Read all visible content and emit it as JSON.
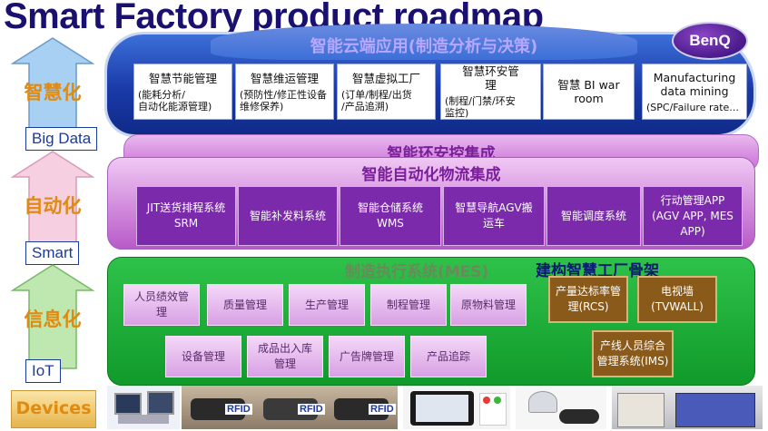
{
  "title": "Smart Factory product roadmap",
  "logo": "BenQ",
  "layers": {
    "smart": "智慧化",
    "auto": "自动化",
    "info": "信息化",
    "devices": "Devices"
  },
  "tags": {
    "bigdata": "Big Data",
    "smart": "Smart",
    "iot": "IoT"
  },
  "cloud": {
    "title": "智能云端应用(制造分析与决策)",
    "boxes": [
      {
        "l1": "智慧节能管理",
        "l2": "(能耗分析/\n自动化能源管理)"
      },
      {
        "l1": "智慧维运管理",
        "l2": "(预防性/修正性设备\n维修保养)"
      },
      {
        "l1": "智慧虚拟工厂",
        "l2": "(订单/制程/出货\n/产品追溯)"
      },
      {
        "l1": "智慧环安管\n理",
        "l2": "(制程/门禁/环安\n监控)"
      },
      {
        "l1": "智慧 BI war\nroom",
        "l2": ""
      },
      {
        "l1": "Manufacturing\ndata mining",
        "l2": "(SPC/Failure rate..."
      }
    ]
  },
  "env_band": {
    "title": "智能环安控集成"
  },
  "auto_band": {
    "title": "智能自动化物流集成",
    "boxes": [
      "JIT送货排程系统\nSRM",
      "智能补发料系统",
      "智能仓储系统\nWMS",
      "智慧导航AGV搬\n运车",
      "智能调度系统",
      "行动管理APP\n(AGV APP, MES\nAPP)"
    ]
  },
  "mes_band": {
    "title": "制造执行系统(MES)",
    "skeleton": "建构智慧工厂骨架",
    "row1": [
      "人员绩效管\n理",
      "质量管理",
      "生产管理",
      "制程管理",
      "原物料管理"
    ],
    "row2": [
      "设备管理",
      "成品出入库\n管理",
      "广告牌管理",
      "产品追踪"
    ],
    "brown": [
      "产量达标率管\n理(RCS)",
      "电视墙\n(TVWALL)",
      "产线人员综合\n管理系统(IMS)"
    ]
  },
  "devices": {
    "rfid_label": "RFID"
  },
  "colors": {
    "title": "#1a1070",
    "cloud": "#1a3aa8",
    "purple_band": "#c86ad6",
    "purple_box": "#7a2aaa",
    "green_band": "#1aa836",
    "brown_box": "#8a5a1a"
  }
}
